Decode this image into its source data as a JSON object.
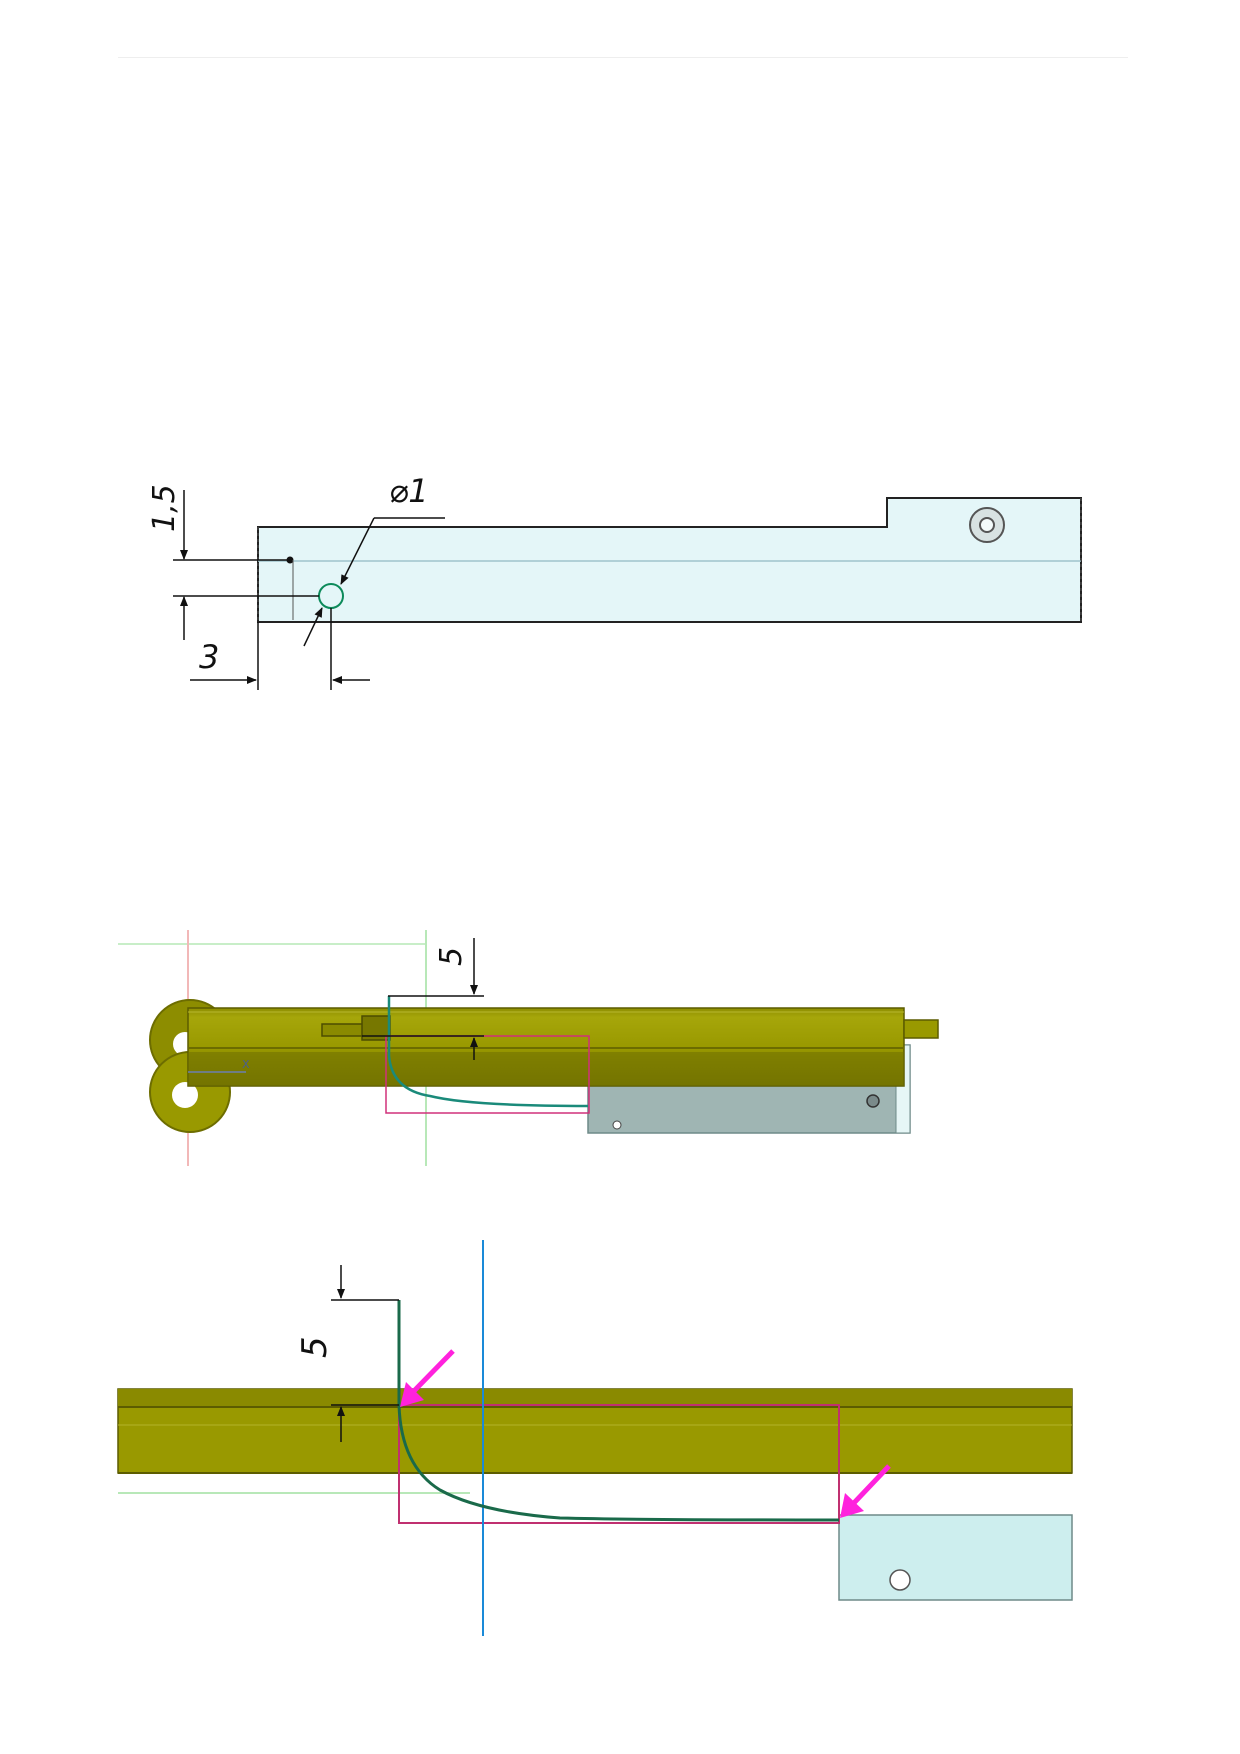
{
  "figure1": {
    "dim_vertical": "1,5",
    "dim_diameter": "⌀1",
    "dim_horizontal": "3",
    "part_fill": "#e4f6f8"
  },
  "figure2": {
    "dim_vertical": "5",
    "rail_color": "#999900",
    "bracket_color": "#9fb5b3"
  },
  "figure3": {
    "dim_vertical": "5",
    "arrow_color": "#ff22dd",
    "curve_color": "#1a6a4a",
    "guide_color": "#1a8ad8"
  }
}
